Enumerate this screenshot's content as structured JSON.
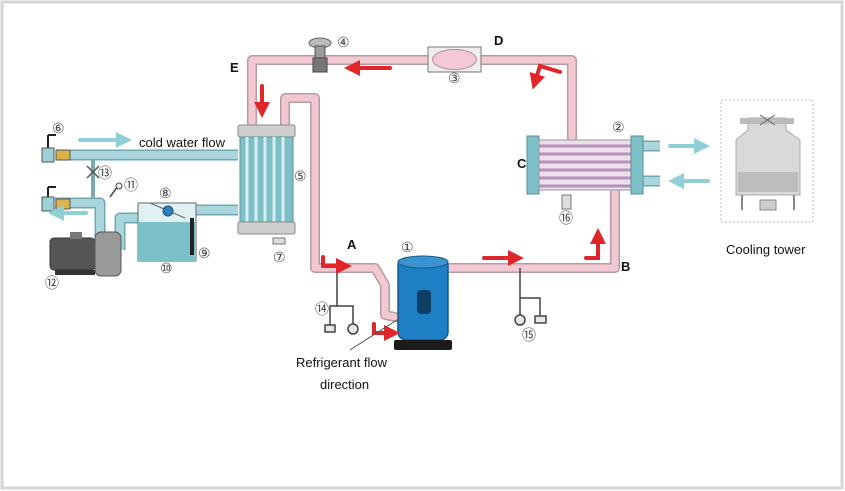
{
  "letters": {
    "A": "A",
    "B": "B",
    "C": "C",
    "D": "D",
    "E": "E"
  },
  "numbers": {
    "n1": "①",
    "n2": "②",
    "n3": "③",
    "n4": "④",
    "n5": "⑤",
    "n6": "⑥",
    "n7": "⑦",
    "n8": "⑧",
    "n9": "⑨",
    "n10": "⑩",
    "n11": "⑪",
    "n12": "⑫",
    "n13": "⑬",
    "n14": "⑭",
    "n15": "⑮",
    "n16": "⑯"
  },
  "labels": {
    "cold_water_flow": "cold water flow",
    "refrigerant_line1": "Refrigerant flow",
    "refrigerant_line2": "direction",
    "cooling_tower": "Cooling tower"
  },
  "colors": {
    "refrigerant_pipe": "#f2c9d3",
    "refrigerant_pipe_edge": "#b89aa2",
    "water_pipe": "#a9d6dc",
    "water_pipe_edge": "#6fa8b0",
    "flow_arrow": "#e0262b",
    "water_arrow": "#8fcfd6",
    "compressor": "#1f7fc4",
    "heat_exchanger": "#7ec0c8"
  }
}
